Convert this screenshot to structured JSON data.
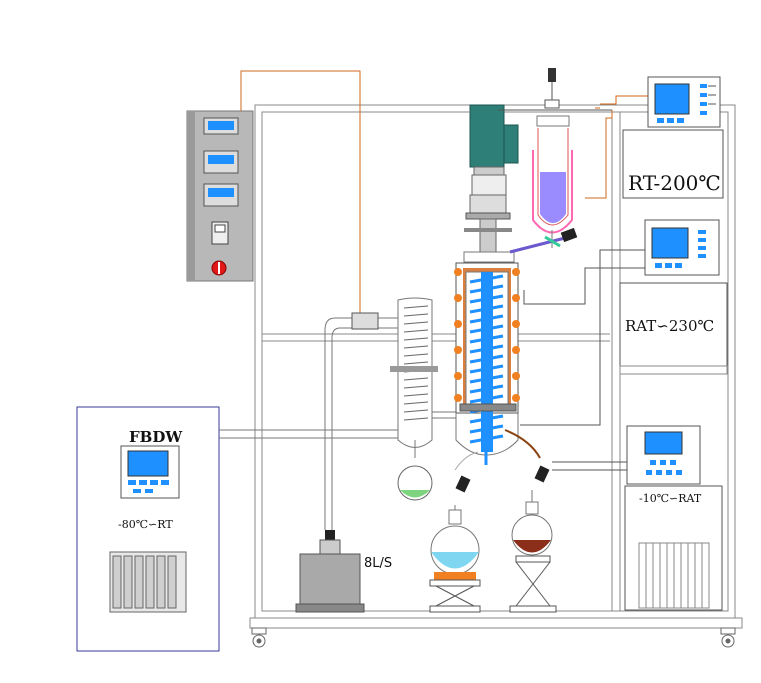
{
  "labels": {
    "fbdw": "FBDW",
    "chiller_range": "-80℃∽RT",
    "heater1_range": "RT-200℃",
    "heater2_range": "RAT∽230℃",
    "cooler_range": "-10℃∽RAT",
    "pump_rate": "8L/S"
  },
  "colors": {
    "frame": "#888888",
    "screen": "#1e90ff",
    "glass_liquid": "#9a8cff",
    "wire": "#d2691e",
    "motor": "#2e7f78",
    "distillate": "#7fd6f0",
    "residue": "#8b2e1a"
  }
}
